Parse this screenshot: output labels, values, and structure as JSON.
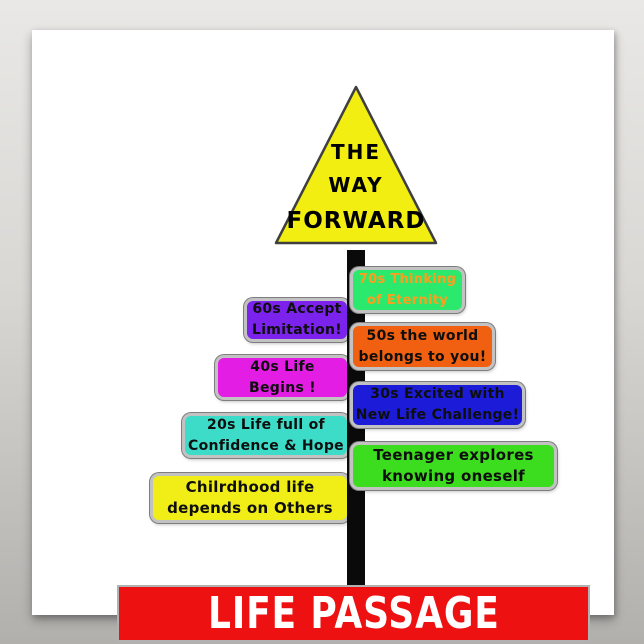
{
  "poster": {
    "bg_color": "#ffffff",
    "top_sign": {
      "shape": "triangle",
      "fill": "#f2ee12",
      "border_color": "#3f3f3f",
      "text_color": "#000000",
      "lines": [
        "THE",
        "WAY",
        "FORWARD"
      ]
    },
    "pole_color": "#0a0a0a",
    "signs": [
      {
        "id": "70s",
        "side": "right",
        "line1": "70s Thinking",
        "line2": "of Eternity",
        "bg": "#2be96d",
        "text_color": "#ff9d1e"
      },
      {
        "id": "60s",
        "side": "left",
        "line1": "60s Accept",
        "line2": "Limitation!",
        "bg": "#7b22ec",
        "text_color": "#0e0e0e"
      },
      {
        "id": "50s",
        "side": "right",
        "line1": "50s  the world",
        "line2": "belongs to you!",
        "bg": "#f06010",
        "text_color": "#0e0e0e"
      },
      {
        "id": "40s",
        "side": "left",
        "line1": "40s Life",
        "line2": "Begins !",
        "bg": "#e41de4",
        "text_color": "#0e0e0e"
      },
      {
        "id": "30s",
        "side": "right",
        "line1": "30s Excited with",
        "line2": "New Life Challenge!",
        "bg": "#1c1cd8",
        "text_color": "#0e0e0e"
      },
      {
        "id": "20s",
        "side": "left",
        "line1": "20s Life full of",
        "line2": "Confidence & Hope",
        "bg": "#3cdcc8",
        "text_color": "#0e0e0e"
      },
      {
        "id": "teenager",
        "side": "right",
        "line1": "Teenager explores",
        "line2": "knowing oneself",
        "bg": "#3cdc1e",
        "text_color": "#0e0e0e"
      },
      {
        "id": "childhood",
        "side": "left",
        "line1": "Chilrdhood life",
        "line2": "depends on Others",
        "bg": "#f0ee16",
        "text_color": "#0e0e0e"
      }
    ],
    "banner": {
      "label": "LIFE PASSAGE",
      "bg": "#ee1111",
      "text_color": "#ffffff"
    }
  }
}
